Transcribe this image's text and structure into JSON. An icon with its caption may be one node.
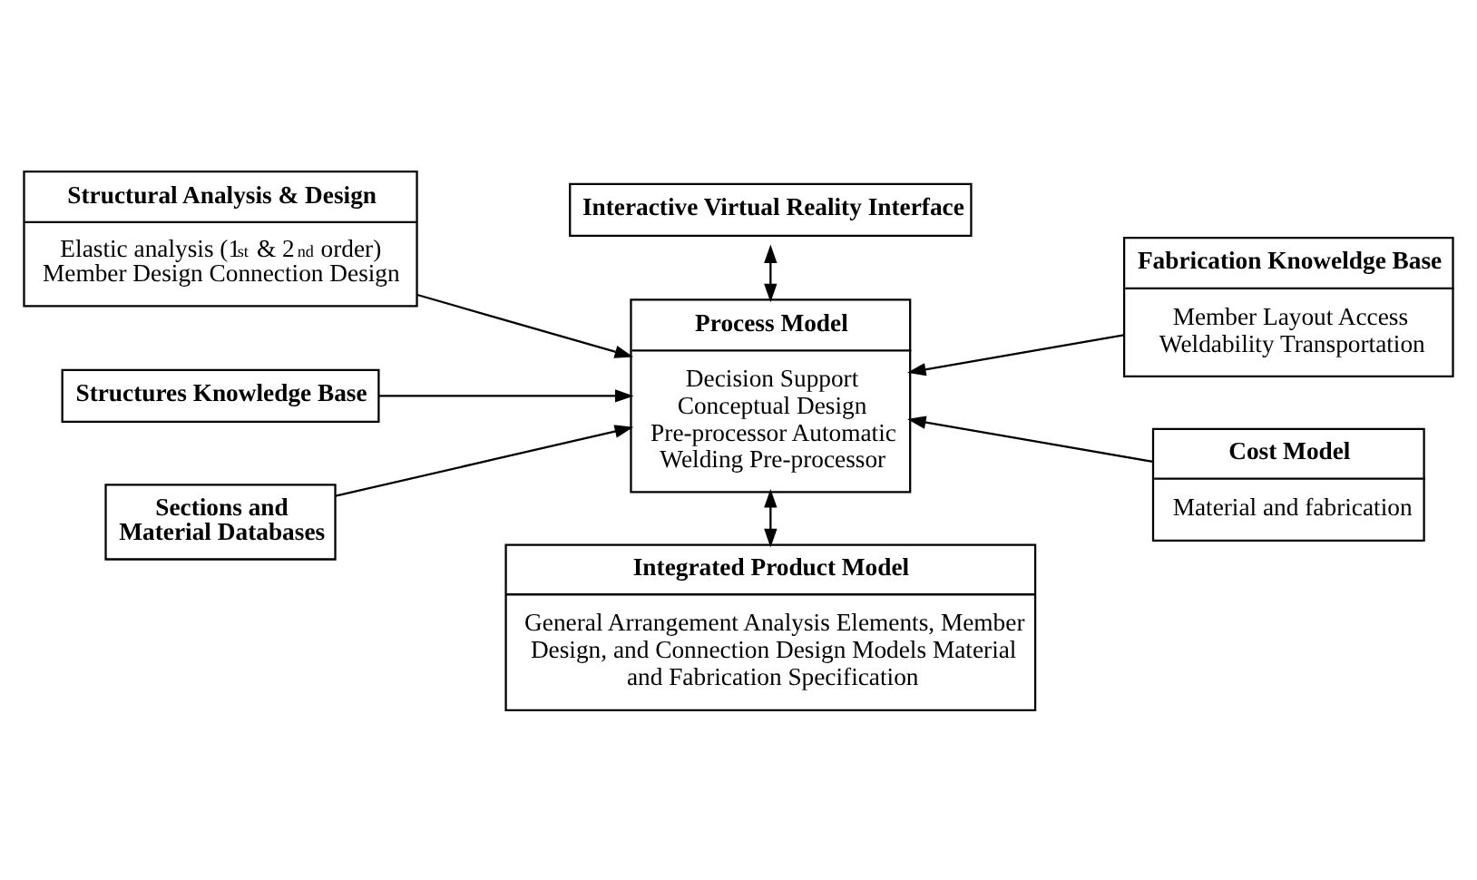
{
  "diagram": {
    "nodes": [
      {
        "text": [
          "Interactive Virtual Reality Interface"
        ]
      },
      {
        "text": [
          "Structural Analysis & Design",
          "Elastic analysis (1$^{st}$ & 2$^{nd}$ order) Member Design Connection Design"
        ]
      },
      {
        "text": [
          "Process Model",
          "Decision Support Conceptual Design Pre-processor Automatic Welding Pre-processor"
        ]
      },
      {
        "text": [
          "Fabrication Knoweldge Base",
          "Member Layout Access Weldability Transportation"
        ]
      },
      {
        "text": [
          "Structures Knowledge Base"
        ]
      },
      {
        "text": [
          "Sections and Material Databases"
        ]
      },
      {
        "text": [
          "Cost Model",
          "Material and fabrication"
        ]
      },
      {
        "text": [
          "Integrated Product Model",
          "General Arrangement Analysis Elements, Member Design, and Connection Design Models Material and Fabrication Specification"
        ]
      }
    ],
    "edges": [
      {
        "from": 0,
        "to": 2,
        "arrow": "both"
      },
      {
        "from": 1,
        "to": 2,
        "arrow": "to"
      },
      {
        "from": 3,
        "to": 2,
        "arrow": "to"
      },
      {
        "from": 4,
        "to": 2,
        "arrow": "to"
      },
      {
        "from": 5,
        "to": 2,
        "arrow": "to"
      },
      {
        "from": 6,
        "to": 2,
        "arrow": "to"
      },
      {
        "from": 2,
        "to": 7,
        "arrow": "both"
      }
    ]
  }
}
